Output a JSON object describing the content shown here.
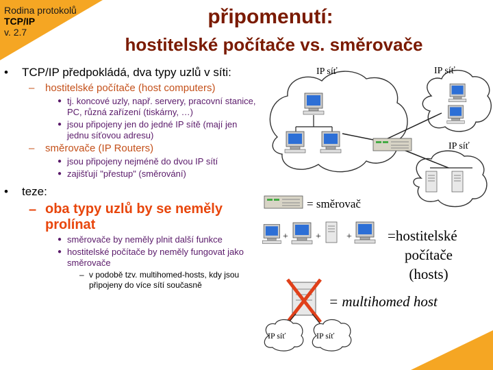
{
  "header": {
    "series_line1": "Rodina protokolů",
    "series_line2": "TCP/IP",
    "series_line3": "v. 2.7",
    "title_line1": "připomenutí:",
    "title_line2": "hostitelské počítače vs. směrovače"
  },
  "bullets": {
    "b1": "TCP/IP předpokládá, dva typy uzlů v síti:",
    "b1_1": "hostitelské počítače (host computers)",
    "b1_1_1": "tj. koncové uzly, např. servery, pracovní stanice, PC, různá zařízení (tiskárny, …)",
    "b1_1_2": "jsou připojeny jen do jedné IP sítě (mají jen jednu síťovou adresu)",
    "b1_2": "směrovače (IP Routers)",
    "b1_2_1": "jsou připojeny nejméně do dvou IP sítí",
    "b1_2_2": "zajišťují \"přestup\" (směrování)",
    "b2": "teze:",
    "b2_1": "oba typy uzlů by se neměly prolínat",
    "b2_1_1": "směrovače by neměly plnit další funkce",
    "b2_1_2": "hostitelské počítače by neměly fungovat jako směrovače",
    "b2_1_2_1": "v podobě tzv. multihomed-hosts, kdy jsou připojeny do více sítí současně"
  },
  "diagram": {
    "net_label": "IP síť",
    "router_legend": "= směrovač",
    "hosts_legend_line1": "=hostitelské",
    "hosts_legend_line2": "počítače",
    "hosts_legend_line3": "(hosts)",
    "multihomed_legend": "= multihomed host",
    "plus": "+"
  },
  "colors": {
    "accent_orange": "#f5a623",
    "title_brown": "#7a1a00",
    "level2_orange": "#c4501a",
    "highlight_red": "#e8460c",
    "level3_purple": "#5a1a6a",
    "cross_red": "#e0401a"
  }
}
